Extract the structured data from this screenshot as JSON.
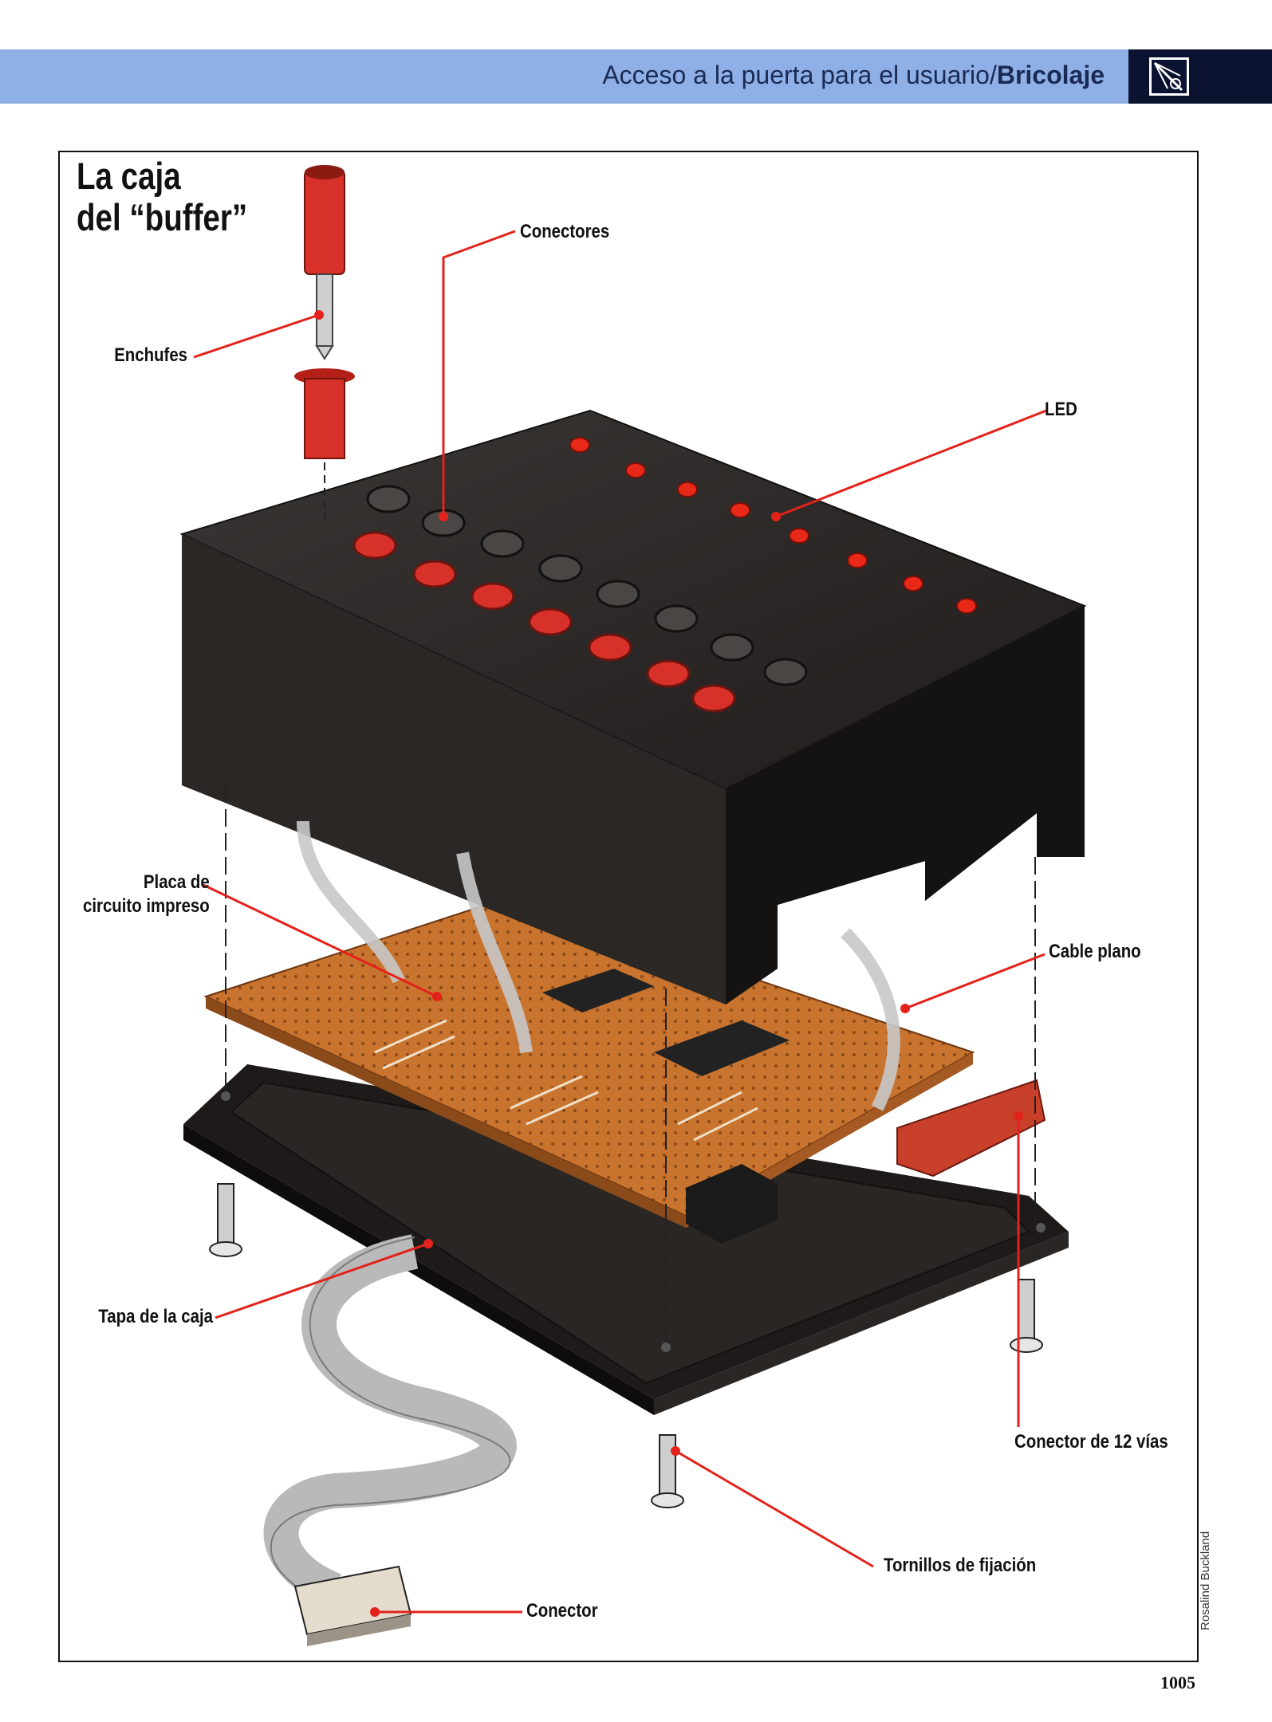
{
  "header": {
    "section": "Acceso a la puerta para el usuario/",
    "series": "Bricolaje",
    "logo_icon": "drafting-tools-icon"
  },
  "diagram": {
    "title": "La caja\ndel “buffer”",
    "labels": {
      "conectores": "Conectores",
      "enchufes": "Enchufes",
      "led": "LED",
      "placa": "Placa de\ncircuito impreso",
      "cable_plano": "Cable plano",
      "tapa": "Tapa de la caja",
      "conector_12": "Conector de 12 vías",
      "tornillos": "Tornillos de fijación",
      "conector": "Conector"
    },
    "credit": "Rosalind Buckland"
  },
  "page_number": "1005",
  "colors": {
    "header_band": "#8fb0e6",
    "header_dark": "#0c1330",
    "leader_line": "#e3221b",
    "case": "#2a2624",
    "board": "#c8742f",
    "socket_red": "#d8312a",
    "socket_grey": "#4a4644"
  }
}
